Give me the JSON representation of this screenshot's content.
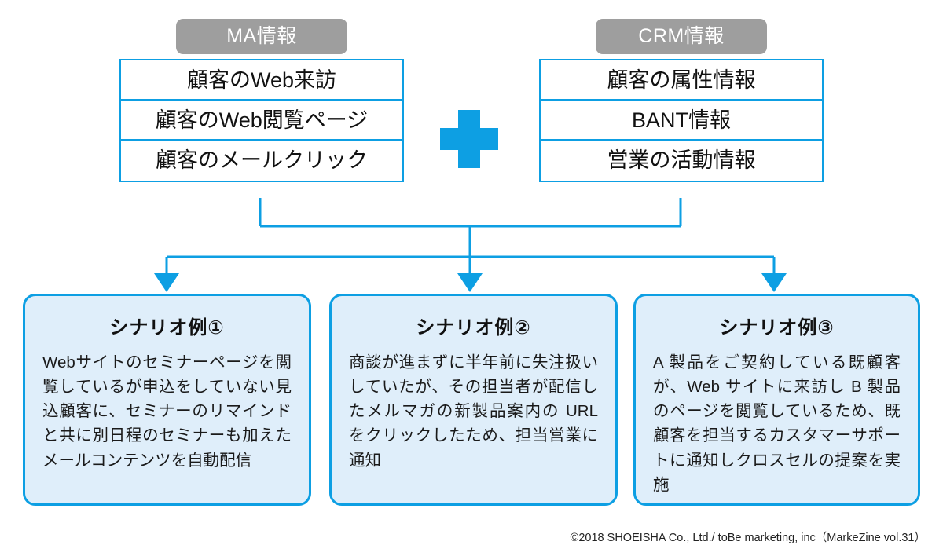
{
  "diagram": {
    "sources": [
      {
        "key": "ma",
        "pill_label": "MA情報",
        "rows": [
          "顧客のWeb来訪",
          "顧客のWeb閲覧ページ",
          "顧客のメールクリック"
        ]
      },
      {
        "key": "crm",
        "pill_label": "CRM情報",
        "rows": [
          "顧客の属性情報",
          "BANT情報",
          "営業の活動情報"
        ]
      }
    ],
    "combiner": {
      "icon": "plus-icon",
      "symbol": "+"
    },
    "scenarios": [
      {
        "title": "シナリオ例①",
        "body": "Webサイトのセミナーページを閲覧しているが申込をしていない見込顧客に、セミナーのリマインドと共に別日程のセミナーも加えたメールコンテンツを自動配信"
      },
      {
        "title": "シナリオ例②",
        "body": "商談が進まずに半年前に失注扱いしていたが、その担当者が配信したメルマガの新製品案内の URL をクリックしたため、担当営業に通知"
      },
      {
        "title": "シナリオ例③",
        "body": "A 製品をご契約している既顧客が、Web サイトに来訪し B 製品のページを閲覧しているため、既顧客を担当するカスタマーサポートに通知しクロスセルの提案を実施"
      }
    ]
  },
  "credit": {
    "text": "©2018 SHOEISHA Co., Ltd./ toBe marketing, inc（MarkeZine vol.31）"
  },
  "colors": {
    "accent_blue": "#0d9fe3",
    "pill_gray": "#9e9e9e",
    "card_fill": "#dfeefa",
    "background": "#ffffff"
  }
}
